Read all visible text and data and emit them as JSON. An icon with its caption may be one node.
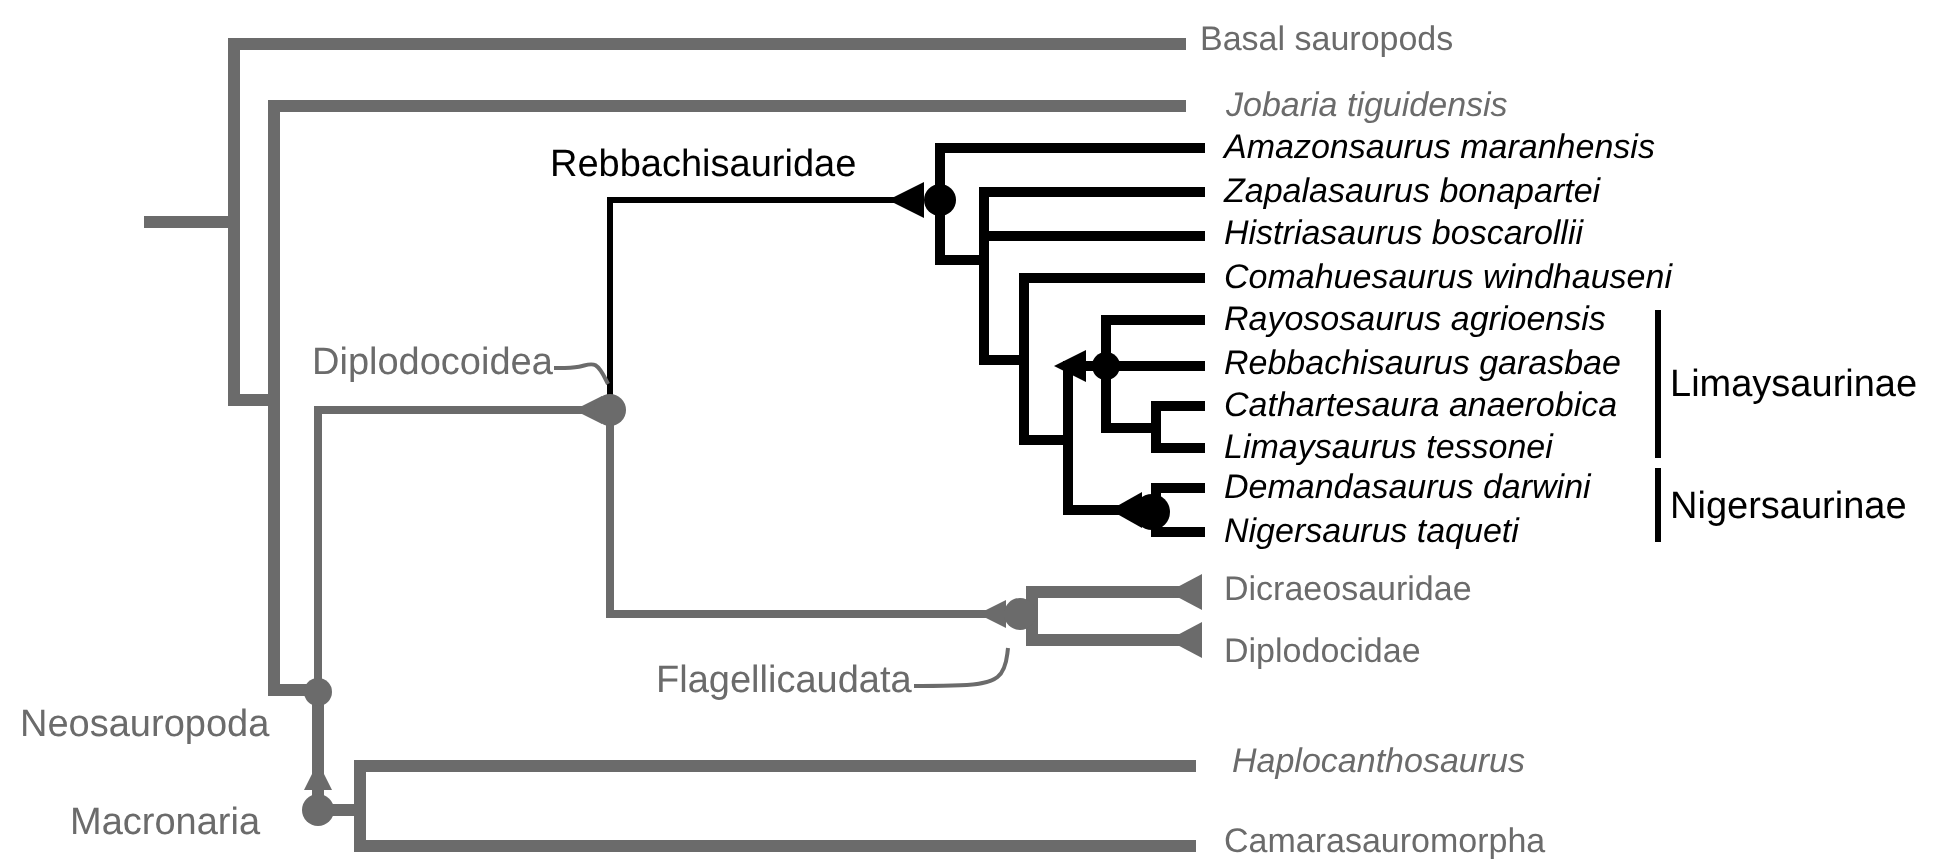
{
  "diagram": {
    "nodes": [
      {
        "text": [
          "Diplodocoidea"
        ]
      },
      {
        "text": [
          "Flagellicaudata"
        ]
      }
    ],
    "edges": [
      {
        "from": 0,
        "to": null,
        "arrow": "none"
      },
      {
        "from": 1,
        "to": null,
        "arrow": "none"
      }
    ],
    "labels": [
      "Basal sauropods",
      "Jobaria tiguidensis",
      "Rebbachisauridae",
      "Amazonsaurus maranhensis",
      "Zapalasaurus bonapartei",
      "Histriasaurus boscarollii",
      "Comahuesaurus windhauseni",
      "Rayososaurus agrioensis",
      "Rebbachisaurus garasbae",
      "Limaysaurinae",
      "Cathartesaura anaerobica",
      "Limaysaurus tessonei",
      "Demandasaurus darwini",
      "Nigersaurinae",
      "Nigersaurus taqueti",
      "Dicraeosauridae",
      "Diplodocidae",
      "Haplocanthosaurus",
      "Camarasauromorpha",
      "Neosauropoda",
      "Macronaria"
    ]
  }
}
